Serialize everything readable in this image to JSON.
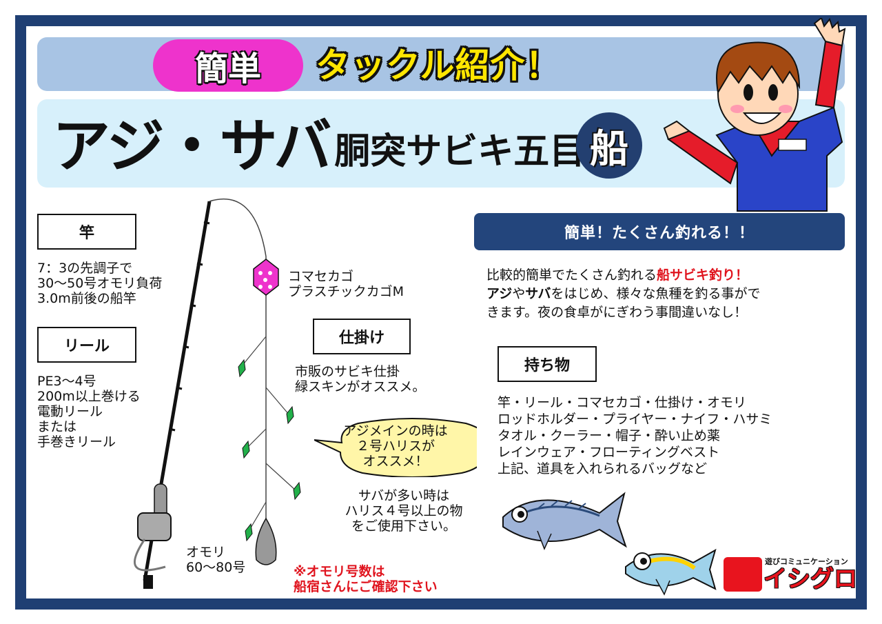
{
  "header": {
    "kantan": "簡単",
    "tackle_title": "タックル紹介！",
    "main_title": "アジ・サバ",
    "main_subtitle": "胴突サビキ五目",
    "boat_badge": "船"
  },
  "rod": {
    "label": "竿",
    "text": "7：3の先調子で\n30〜50号オモリ負荷\n3.0m前後の船竿"
  },
  "reel": {
    "label": "リール",
    "text": "PE3〜4号\n200m以上巻ける\n電動リール\nまたは\n手巻きリール"
  },
  "komase": {
    "text": "コマセカゴ\nプラスチックカゴM"
  },
  "shikake": {
    "label": "仕掛け",
    "text": "市販のサビキ仕掛\n緑スキンがオススメ。"
  },
  "speech": {
    "text": "アジメインの時は\n２号ハリスが\nオススメ！"
  },
  "saba_note": {
    "text": "サバが多い時は\nハリス４号以上の物\nをご使用下さい。"
  },
  "omori": {
    "text": "オモリ\n60〜80号"
  },
  "omori_note": {
    "text": "※オモリ号数は\n船宿さんにご確認下さい"
  },
  "intro": {
    "header": "簡単！たくさん釣れる！！",
    "line1_a": "比較的簡単でたくさん釣れる",
    "line1_b": "船サビキ釣り！",
    "line2_a": "アジ",
    "line2_b": "や",
    "line2_c": "サバ",
    "line2_d": "をはじめ、様々な魚種を釣る事がで",
    "line3": "きます。夜の食卓がにぎわう事間違いなし！"
  },
  "belongings": {
    "label": "持ち物",
    "text": "竿・リール・コマセカゴ・仕掛け・オモリ\nロッドホルダー・プライヤー・ナイフ・ハサミ\nタオル・クーラー・帽子・酔い止め薬\nレインウェア・フローティングベスト\n上記、道具を入れられるバッグなど"
  },
  "logo": {
    "sub": "遊びコミュニケーション",
    "main": "イシグロ"
  },
  "colors": {
    "frame": "#1f3f73",
    "accent_pink": "#ee33cc",
    "accent_yellow": "#ffe600",
    "ribbon": "#23457c",
    "warning_red": "#e0141e"
  }
}
